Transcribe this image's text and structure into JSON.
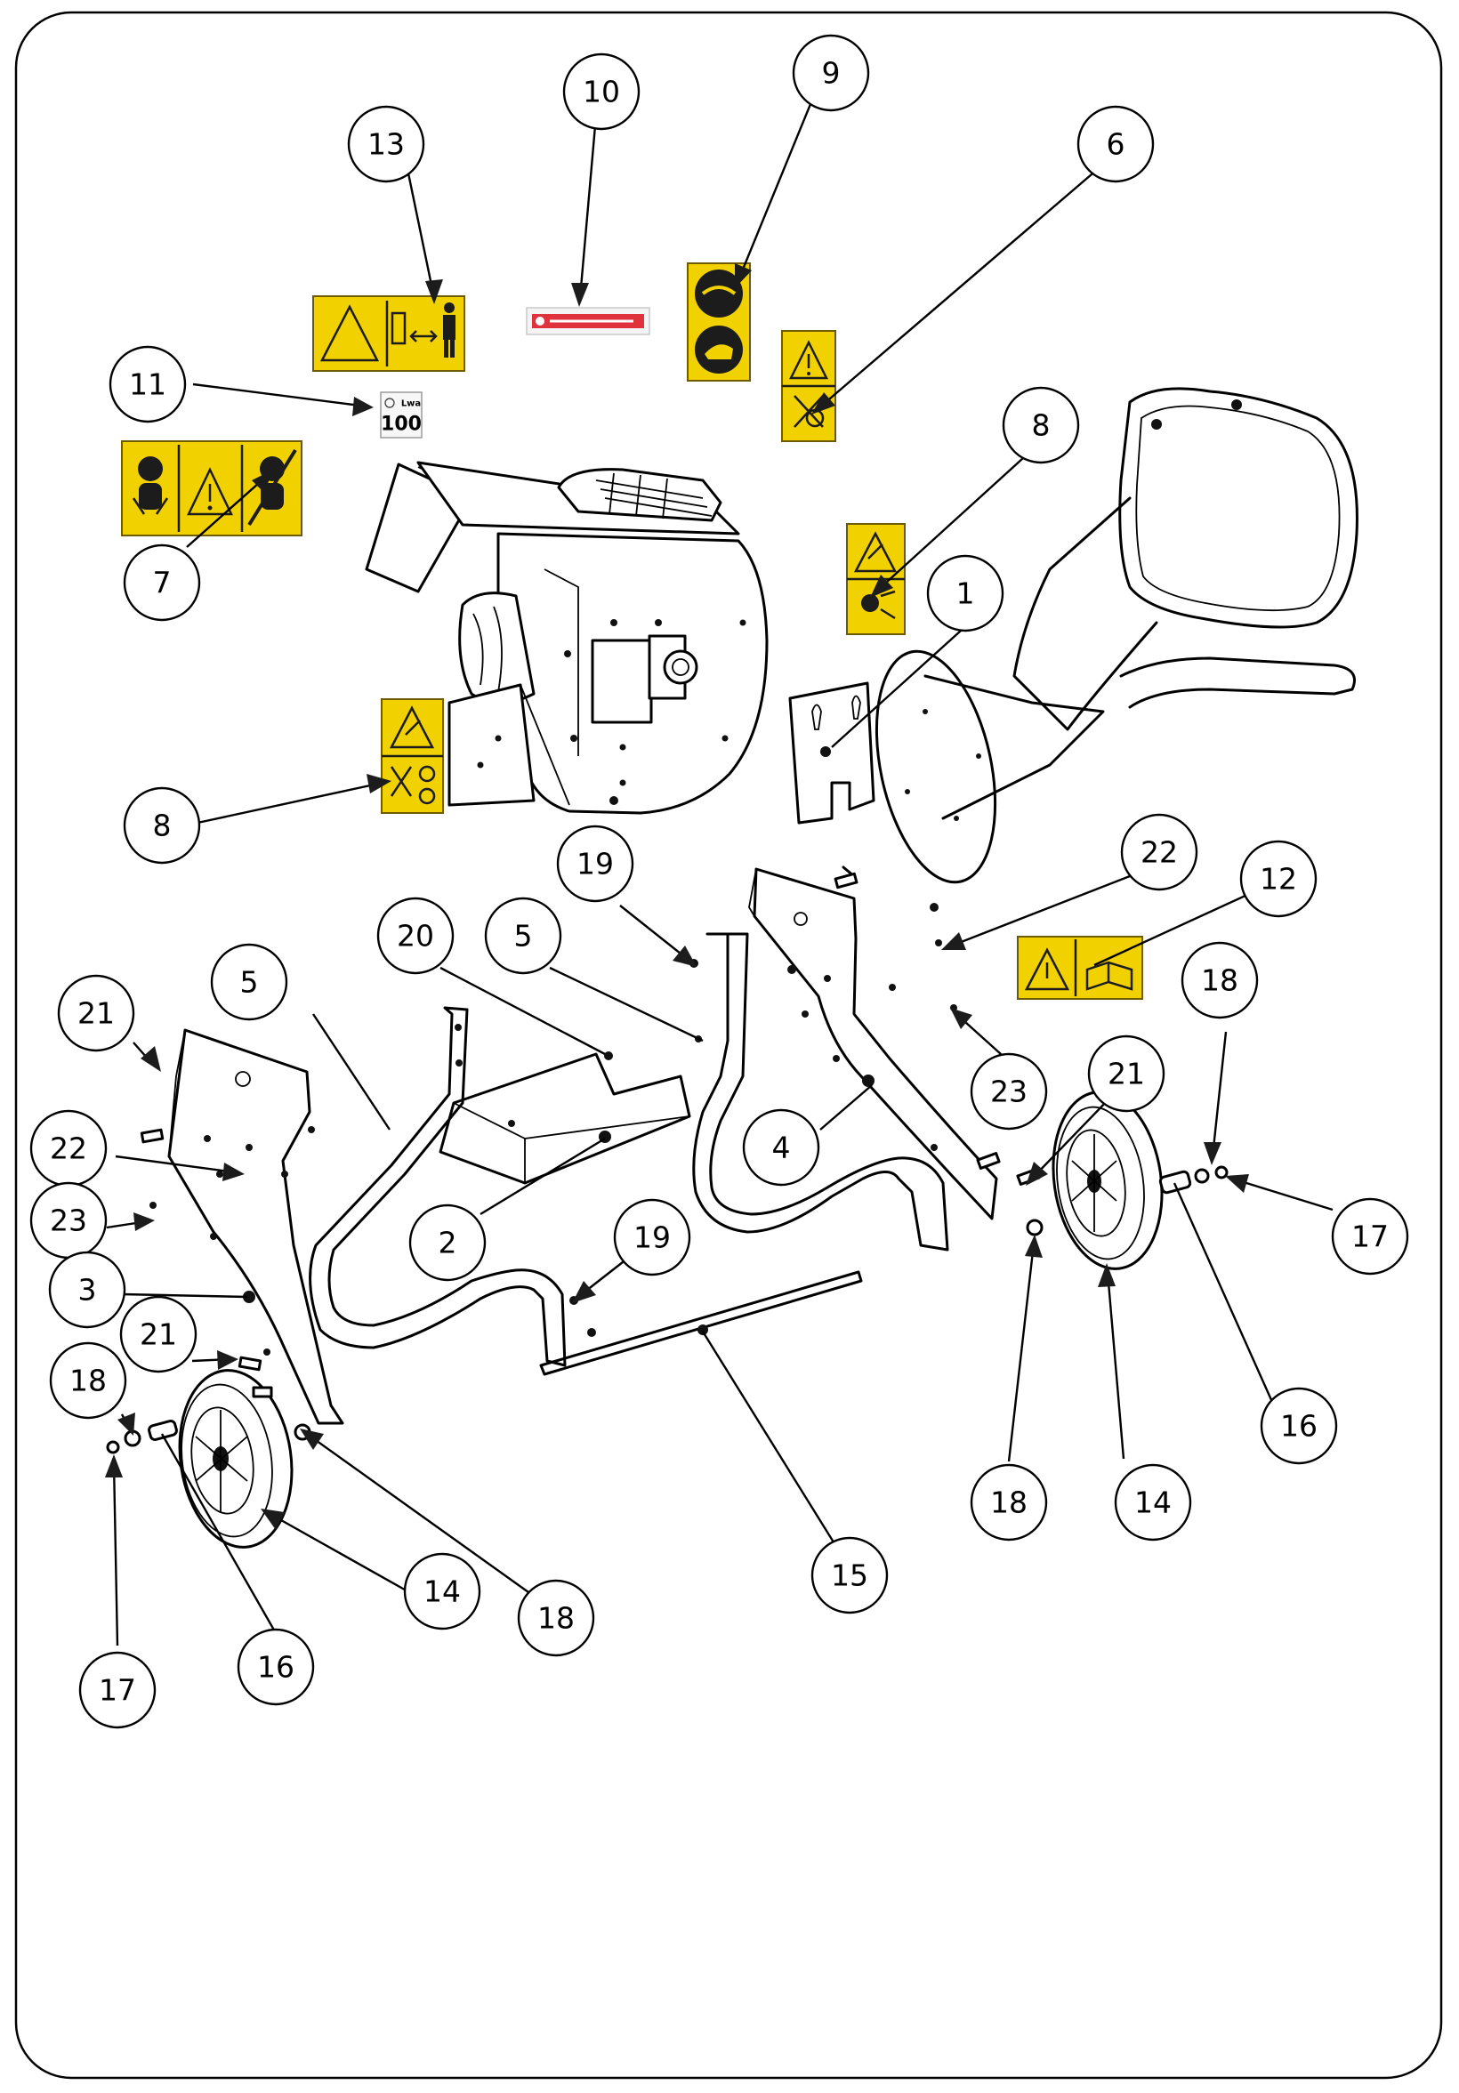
{
  "diagram": {
    "callouts": [
      {
        "id": "c13",
        "label": "13"
      },
      {
        "id": "c10",
        "label": "10"
      },
      {
        "id": "c9",
        "label": "9"
      },
      {
        "id": "c6",
        "label": "6"
      },
      {
        "id": "c11",
        "label": "11"
      },
      {
        "id": "c7",
        "label": "7"
      },
      {
        "id": "c8a",
        "label": "8"
      },
      {
        "id": "c1",
        "label": "1"
      },
      {
        "id": "c8b",
        "label": "8"
      },
      {
        "id": "c19a",
        "label": "19"
      },
      {
        "id": "c22a",
        "label": "22"
      },
      {
        "id": "c12",
        "label": "12"
      },
      {
        "id": "c20",
        "label": "20"
      },
      {
        "id": "c5a",
        "label": "5"
      },
      {
        "id": "c5b",
        "label": "5"
      },
      {
        "id": "c21a",
        "label": "21"
      },
      {
        "id": "c18a",
        "label": "18"
      },
      {
        "id": "c23a",
        "label": "23"
      },
      {
        "id": "c21b",
        "label": "21"
      },
      {
        "id": "c4",
        "label": "4"
      },
      {
        "id": "c22b",
        "label": "22"
      },
      {
        "id": "c23b",
        "label": "23"
      },
      {
        "id": "c2",
        "label": "2"
      },
      {
        "id": "c19b",
        "label": "19"
      },
      {
        "id": "c17a",
        "label": "17"
      },
      {
        "id": "c3",
        "label": "3"
      },
      {
        "id": "c21c",
        "label": "21"
      },
      {
        "id": "c16a",
        "label": "16"
      },
      {
        "id": "c18b",
        "label": "18"
      },
      {
        "id": "c14a",
        "label": "14"
      },
      {
        "id": "c15",
        "label": "15"
      },
      {
        "id": "c18c",
        "label": "18"
      },
      {
        "id": "c14b",
        "label": "14"
      },
      {
        "id": "c18d",
        "label": "18"
      },
      {
        "id": "c17b",
        "label": "17"
      },
      {
        "id": "c16b",
        "label": "16"
      }
    ],
    "decal_text": {
      "noise_level": "100",
      "noise_unit": "Lwa"
    },
    "colors": {
      "decal_yellow": "#f1d100",
      "decal_red": "#e0323c",
      "line": "#000000"
    }
  }
}
